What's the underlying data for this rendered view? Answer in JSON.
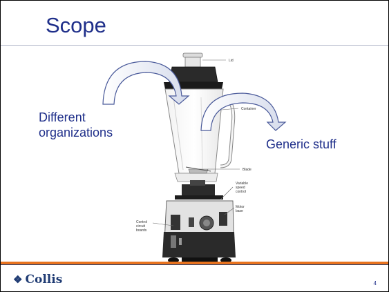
{
  "slide": {
    "title": "Scope",
    "page_number": "4"
  },
  "diagram_labels": {
    "lid": "Lid",
    "container": "Container",
    "blade": "Blade",
    "variable_speed_control": [
      "Variable",
      "speed",
      "control"
    ],
    "motor_base": [
      "Motor",
      "base"
    ],
    "control_circuit_boards": [
      "Control",
      "circuit",
      "boards"
    ]
  },
  "callouts": {
    "left": [
      "Different",
      "organizations"
    ],
    "right": "Generic stuff"
  },
  "footer": {
    "logo_text": "Collis",
    "logo_icon": "diamond-cluster-icon"
  },
  "colors": {
    "title": "#1f2f8a",
    "accent_orange": "#e8731e",
    "accent_blue": "#1f3b73"
  }
}
